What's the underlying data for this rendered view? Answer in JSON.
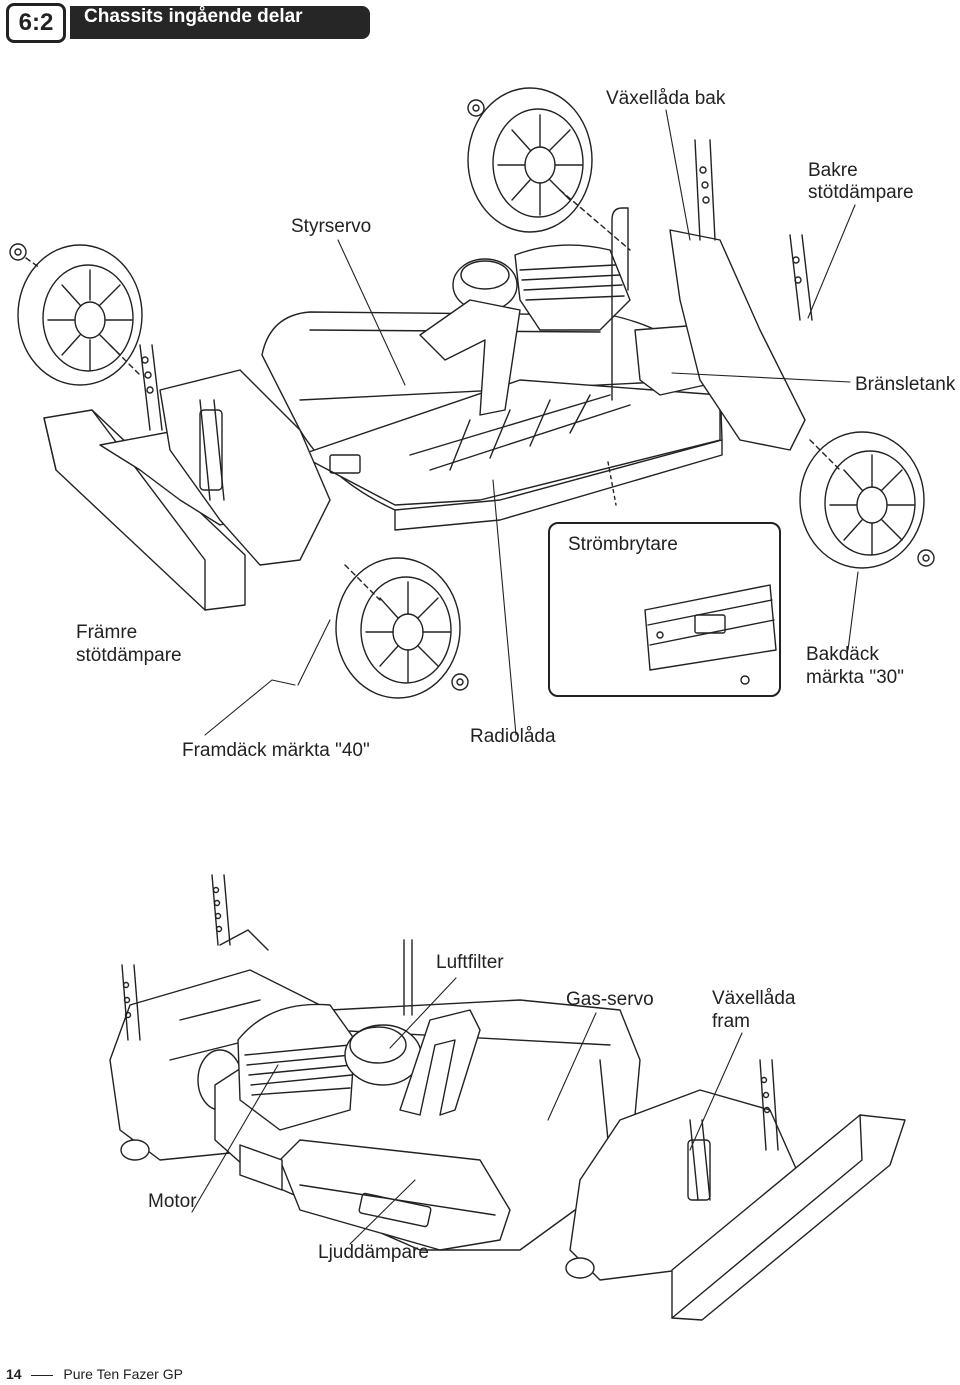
{
  "header": {
    "section": "6:2",
    "title": "Chassits ingående delar"
  },
  "labels": {
    "vaxellada_bak": "Växellåda bak",
    "bakre_line1": "Bakre",
    "bakre_line2": "stötdämpare",
    "styrservo": "Styrservo",
    "bransletank": "Bränsletank",
    "strombrytare": "Strömbrytare",
    "framre_line1": "Främre",
    "framre_line2": "stötdämpare",
    "bakdack_line1": "Bakdäck",
    "bakdack_line2": "märkta \"30\"",
    "framdack": "Framdäck märkta \"40\"",
    "radiolada": "Radiolåda",
    "luftfilter": "Luftfilter",
    "gasservo": "Gas-servo",
    "vaxellada_fram_line1": "Växellåda",
    "vaxellada_fram_line2": "fram",
    "motor": "Motor",
    "ljuddampare": "Ljuddämpare"
  },
  "footer": {
    "page_number": "14",
    "product": "Pure Ten Fazer GP"
  }
}
